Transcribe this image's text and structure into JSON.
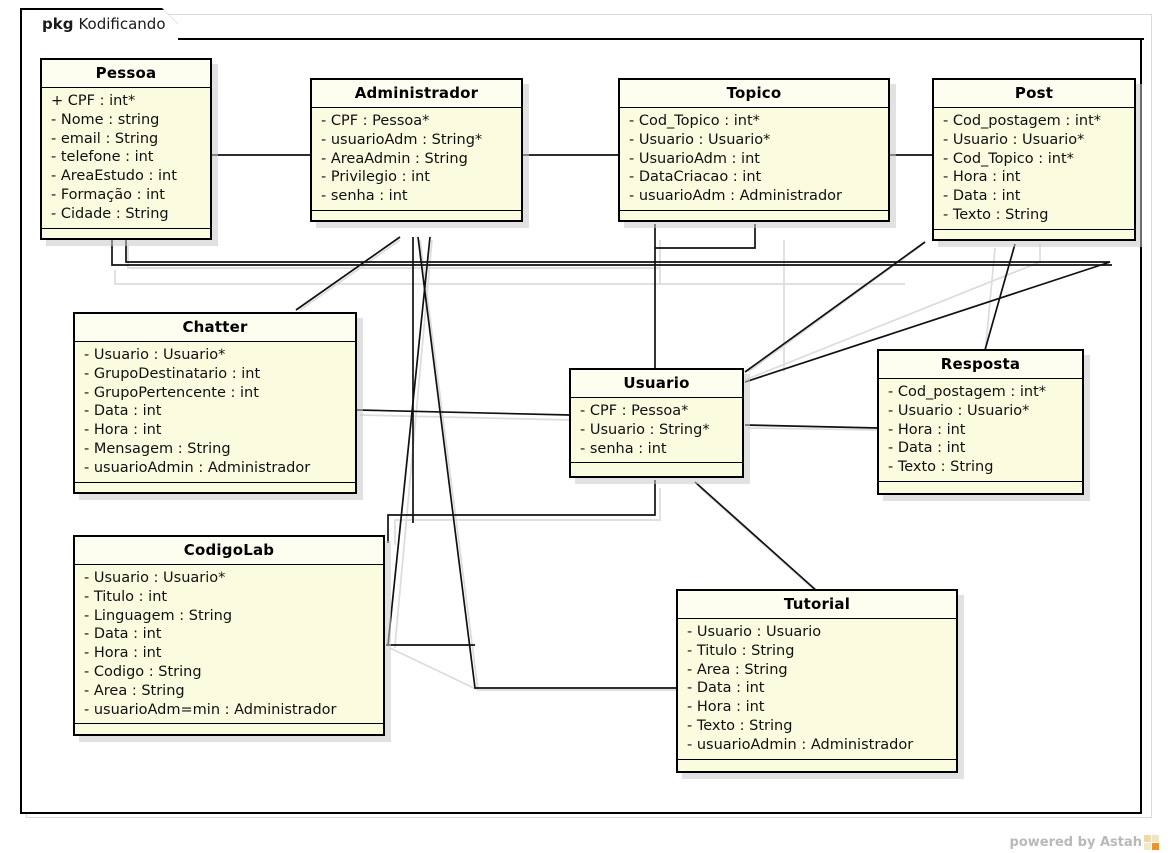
{
  "package": {
    "stereotype": "pkg",
    "name": "Kodificando"
  },
  "watermark": {
    "text": "powered by Astah",
    "logo_icon": "astah-logo-icon"
  },
  "colors": {
    "class_header_fill": "#fdfdf0",
    "class_body_fill": "#fbfbe0",
    "class_border": "#000000",
    "connector": "#111111",
    "connector_shadow": "#dcdcdc",
    "watermark_text": "#b9b9b9",
    "watermark_logo": "#e8a33d"
  },
  "classes": [
    {
      "id": "pessoa",
      "name": "Pessoa",
      "attributes": [
        "+ CPF : int*",
        "- Nome : string",
        "- email : String",
        "- telefone : int",
        "- AreaEstudo : int",
        "- Formação : int",
        "- Cidade : String"
      ]
    },
    {
      "id": "administrador",
      "name": "Administrador",
      "attributes": [
        "- CPF : Pessoa*",
        "- usuarioAdm : String*",
        "- AreaAdmin : String",
        "- Privilegio : int",
        "- senha : int"
      ]
    },
    {
      "id": "topico",
      "name": "Topico",
      "attributes": [
        "- Cod_Topico : int*",
        "- Usuario : Usuario*",
        "- UsuarioAdm : int",
        "- DataCriacao : int",
        "- usuarioAdm : Administrador"
      ]
    },
    {
      "id": "post",
      "name": "Post",
      "attributes": [
        "- Cod_postagem : int*",
        "- Usuario : Usuario*",
        "- Cod_Topico : int*",
        "- Hora : int",
        "- Data : int",
        "- Texto : String"
      ]
    },
    {
      "id": "chatter",
      "name": "Chatter",
      "attributes": [
        "- Usuario : Usuario*",
        "- GrupoDestinatario : int",
        "- GrupoPertencente : int",
        "- Data : int",
        "- Hora : int",
        "- Mensagem : String",
        "- usuarioAdmin : Administrador"
      ]
    },
    {
      "id": "usuario",
      "name": "Usuario",
      "attributes": [
        "- CPF : Pessoa*",
        "- Usuario : String*",
        "- senha : int"
      ]
    },
    {
      "id": "resposta",
      "name": "Resposta",
      "attributes": [
        "- Cod_postagem : int*",
        "- Usuario : Usuario*",
        "- Hora : int",
        "- Data : int",
        "- Texto : String"
      ]
    },
    {
      "id": "codigolab",
      "name": "CodigoLab",
      "attributes": [
        "- Usuario : Usuario*",
        "- Titulo : int",
        "- Linguagem : String",
        "- Data : int",
        "- Hora : int",
        "- Codigo : String",
        "- Area : String",
        "- usuarioAdm=min : Administrador"
      ]
    },
    {
      "id": "tutorial",
      "name": "Tutorial",
      "attributes": [
        "- Usuario : Usuario",
        "- Titulo : String",
        "- Area : String",
        "- Data : int",
        "- Hora : int",
        "- Texto : String",
        "- usuarioAdmin : Administrador"
      ]
    }
  ]
}
